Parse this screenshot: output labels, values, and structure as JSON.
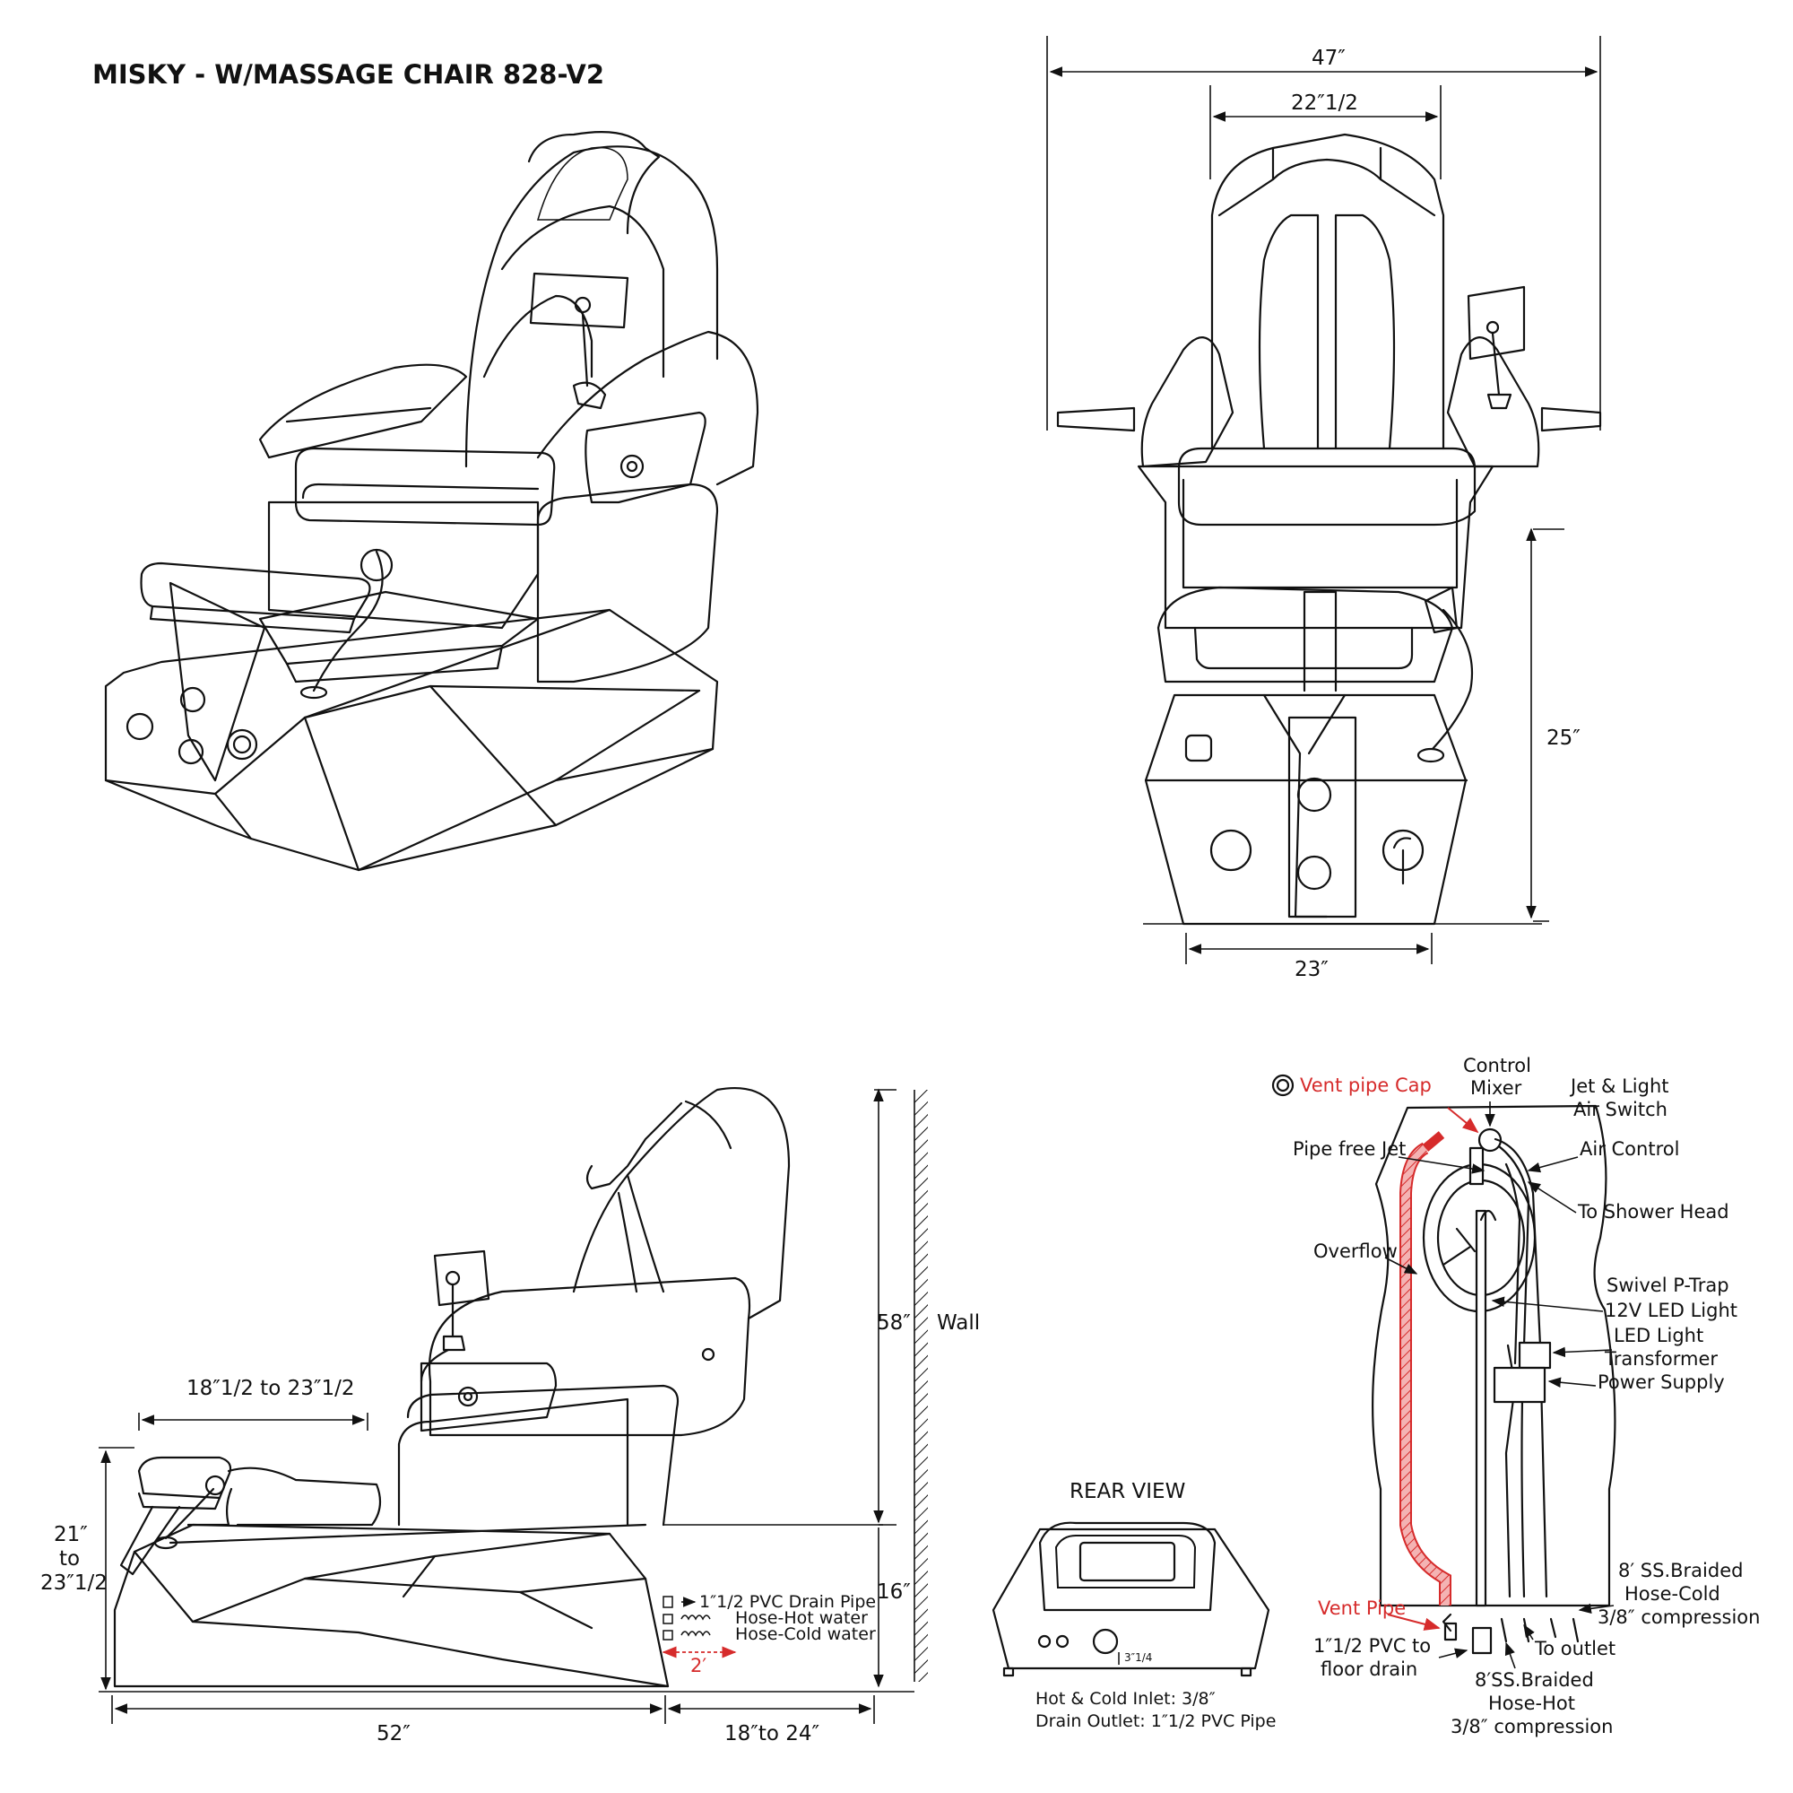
{
  "title": "MISKY - W/MASSAGE CHAIR 828-V2",
  "front_view": {
    "dim_total_width": "47″",
    "dim_seat_width": "22″1/2",
    "dim_height": "25″",
    "dim_base_width": "23″"
  },
  "side_view": {
    "dim_footrest": "18″1/2 to 23″1/2",
    "dim_foot_height_1": "21″",
    "dim_foot_height_2": "to",
    "dim_foot_height_3": "23″1/2",
    "dim_upper_height": "58″",
    "dim_lower_height": "16″",
    "wall_label": "Wall",
    "dim_length": "52″",
    "dim_clearance": "18″to 24″",
    "drain_pipe": "1″1/2 PVC Drain Pipe",
    "hose_hot": "Hose-Hot water",
    "hose_cold": "Hose-Cold water",
    "hose_length": "2′"
  },
  "rear_view": {
    "title": "REAR VIEW",
    "small_dim": "3″1/4",
    "note_inlet": "Hot & Cold Inlet: 3/8″",
    "note_drain": "Drain Outlet: 1″1/2 PVC Pipe"
  },
  "plumbing": {
    "vent_cap": "Vent pipe Cap",
    "control_mixer_1": "Control",
    "control_mixer_2": "Mixer",
    "jet_light_1": "Jet & Light",
    "jet_light_2": "Air Switch",
    "pipe_free_jet": "Pipe free Jet",
    "air_control": "Air Control",
    "shower_head": "To Shower Head",
    "overflow": "Overflow",
    "ptrap": "Swivel P-Trap",
    "led_12v": "12V LED Light",
    "led_transformer_1": "LED Light",
    "led_transformer_2": "Transformer",
    "power_supply": "Power Supply",
    "cold_hose_1": "8′ SS.Braided",
    "cold_hose_2": "Hose-Cold",
    "cold_hose_3": "3/8″ compression",
    "vent_pipe": "Vent Pipe",
    "pvc_drain_1": "1″1/2 PVC to",
    "pvc_drain_2": "floor drain",
    "to_outlet": "To outlet",
    "hot_hose_1": "8′SS.Braided",
    "hot_hose_2": "Hose-Hot",
    "hot_hose_3": "3/8″ compression"
  },
  "colors": {
    "line": "#111111",
    "accent_red": "#d62b2b",
    "background": "#ffffff"
  }
}
